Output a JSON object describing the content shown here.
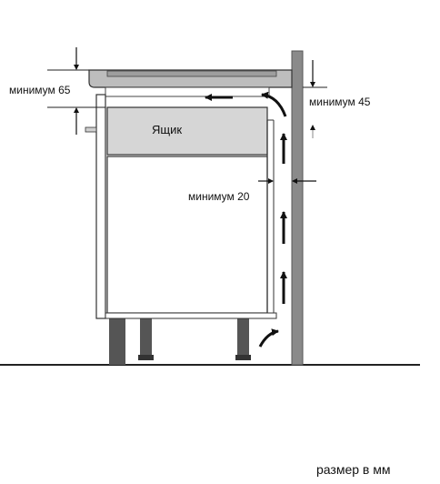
{
  "labels": {
    "min_65": "минимум 65",
    "min_45": "минимум 45",
    "min_20": "минимум 20",
    "drawer": "Ящик",
    "units": "размер в мм"
  },
  "colors": {
    "line": "#222222",
    "wall": "#8a8a8a",
    "plinth": "#555555",
    "drawer_fill": "#d6d6d6",
    "cooktop": "#c9c9c9",
    "arrow": "#111111"
  }
}
